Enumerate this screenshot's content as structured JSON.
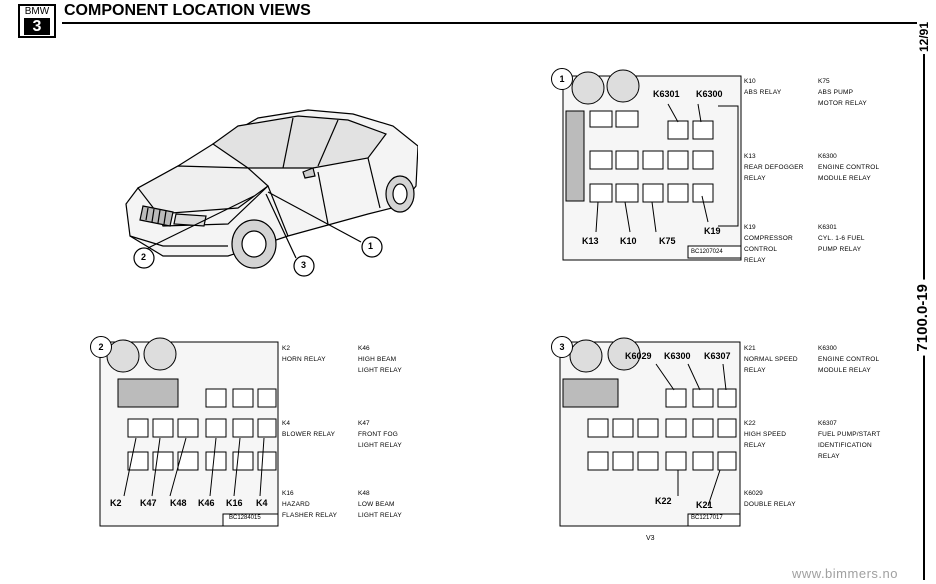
{
  "header": {
    "logo_brand": "BMW",
    "logo_model": "3",
    "title": "COMPONENT LOCATION VIEWS"
  },
  "side": {
    "date": "12/91",
    "section_code": "7100.0-19"
  },
  "car_view": {
    "callouts": [
      "1",
      "2",
      "3"
    ]
  },
  "panels": [
    {
      "number": "1",
      "figure_code": "BC1207024",
      "top_callouts": [
        "K6301",
        "K6300"
      ],
      "bottom_callouts": [
        "K13",
        "K10",
        "K75"
      ],
      "side_callout": "K19",
      "legend": [
        {
          "code": "K10",
          "lines": [
            "ABS RELAY"
          ]
        },
        {
          "code": "K75",
          "lines": [
            "ABS PUMP",
            "MOTOR RELAY"
          ]
        },
        {
          "code": "K13",
          "lines": [
            "REAR DEFOGGER",
            "RELAY"
          ]
        },
        {
          "code": "K6300",
          "lines": [
            "ENGINE CONTROL",
            "MODULE RELAY"
          ]
        },
        {
          "code": "K19",
          "lines": [
            "COMPRESSOR",
            "CONTROL",
            "RELAY"
          ]
        },
        {
          "code": "K6301",
          "lines": [
            "CYL. 1-6 FUEL",
            "PUMP RELAY"
          ]
        }
      ]
    },
    {
      "number": "2",
      "figure_code": "BC1284015",
      "bottom_callouts": [
        "K2",
        "K47",
        "K48",
        "K46",
        "K16",
        "K4"
      ],
      "legend": [
        {
          "code": "K2",
          "lines": [
            "HORN RELAY"
          ]
        },
        {
          "code": "K46",
          "lines": [
            "HIGH BEAM",
            "LIGHT RELAY"
          ]
        },
        {
          "code": "K4",
          "lines": [
            "BLOWER RELAY"
          ]
        },
        {
          "code": "K47",
          "lines": [
            "FRONT FOG",
            "LIGHT RELAY"
          ]
        },
        {
          "code": "K16",
          "lines": [
            "HAZARD",
            "FLASHER RELAY"
          ]
        },
        {
          "code": "K48",
          "lines": [
            "LOW BEAM",
            "LIGHT RELAY"
          ]
        }
      ]
    },
    {
      "number": "3",
      "figure_code": "BC1217017",
      "top_callouts": [
        "K6029",
        "K6300",
        "K6307"
      ],
      "bottom_callouts": [
        "K22",
        "K21"
      ],
      "legend": [
        {
          "code": "K21",
          "lines": [
            "NORMAL SPEED",
            "RELAY"
          ]
        },
        {
          "code": "K6300",
          "lines": [
            "ENGINE CONTROL",
            "MODULE RELAY"
          ]
        },
        {
          "code": "K22",
          "lines": [
            "HIGH SPEED",
            "RELAY"
          ]
        },
        {
          "code": "K6307",
          "lines": [
            "FUEL PUMP/START",
            "IDENTIFICATION",
            "RELAY"
          ]
        },
        {
          "code": "K6029",
          "lines": [
            "DOUBLE RELAY"
          ]
        }
      ]
    }
  ],
  "footer": {
    "page": "V3",
    "watermark": "www.bimmers.no"
  }
}
